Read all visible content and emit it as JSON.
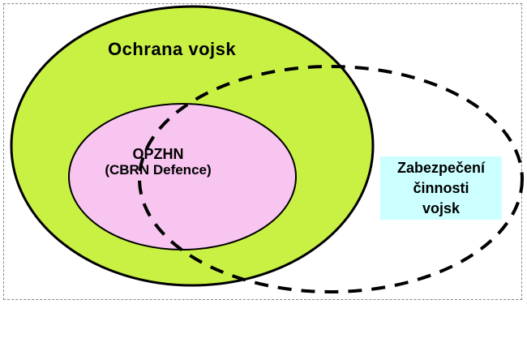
{
  "colors": {
    "green": "#c9f144",
    "pink": "#f8c4f0",
    "cyan": "#ccffff",
    "outline": "#000000"
  },
  "labels": {
    "ochrana": "Ochrana vojsk",
    "opzhn_line1": "OPZHN",
    "opzhn_line2": "(CBRN Defence)",
    "zabezpeceni_line1": "Zabezpečení",
    "zabezpeceni_line2": "činnosti",
    "zabezpeceni_line3": "vojsk"
  }
}
